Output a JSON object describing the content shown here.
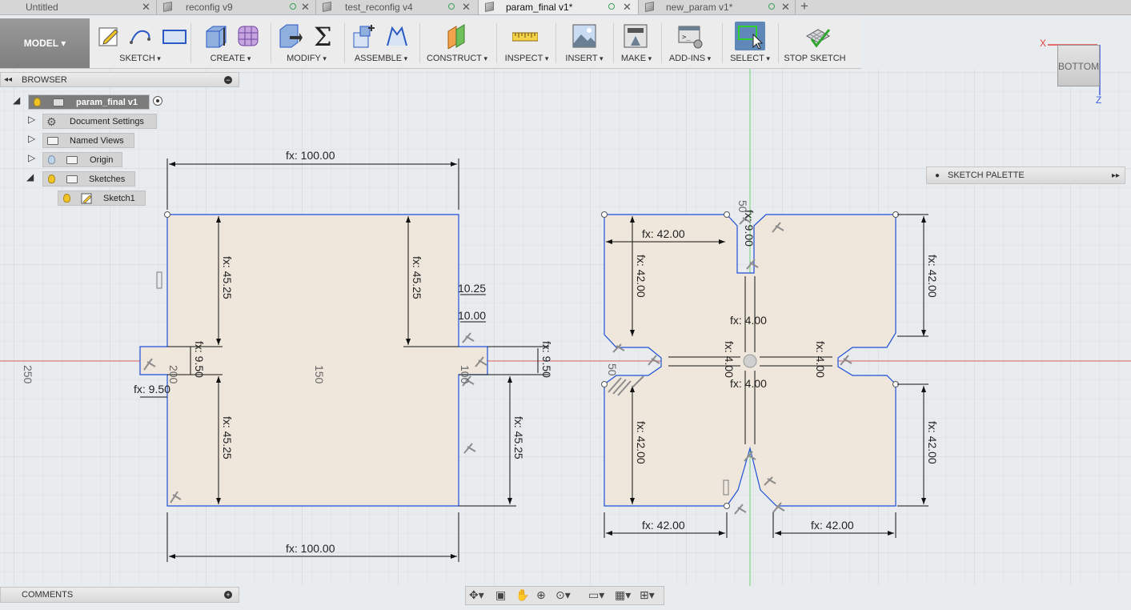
{
  "tabs": [
    {
      "label": "Untitled",
      "active": false
    },
    {
      "label": "reconfig v9",
      "active": false
    },
    {
      "label": "test_reconfig v4",
      "active": false
    },
    {
      "label": "param_final v1*",
      "active": true
    },
    {
      "label": "new_param v1*",
      "active": false
    }
  ],
  "new_tab_label": "+",
  "workspace": {
    "label": "MODEL ▾"
  },
  "toolbar": {
    "sketch": "SKETCH",
    "create": "CREATE",
    "modify": "MODIFY",
    "assemble": "ASSEMBLE",
    "construct": "CONSTRUCT",
    "inspect": "INSPECT",
    "insert": "INSERT",
    "make": "MAKE",
    "addins": "ADD-INS",
    "select": "SELECT",
    "stop_sketch": "STOP SKETCH"
  },
  "browser": {
    "title": "BROWSER",
    "collapse": "◂◂",
    "pin": "−",
    "root": "param_final v1",
    "items": {
      "document_settings": "Document Settings",
      "named_views": "Named Views",
      "origin": "Origin",
      "sketches": "Sketches",
      "sketch1": "Sketch1"
    }
  },
  "comments": {
    "title": "COMMENTS",
    "plus": "+"
  },
  "sketch_palette": {
    "title": "SKETCH PALETTE",
    "pin": "●",
    "expand": "▸▸"
  },
  "viewcube": {
    "face": "BOTTOM",
    "x_label": "X",
    "z_label": "Z"
  },
  "colors": {
    "canvas": "#e9ecef",
    "grid": "#d7dadd",
    "sketch_fill": "#efe7dc",
    "sketch_line": "#1f4fd8",
    "x_axis": "#e26a6a",
    "y_axis": "#6fd06f",
    "select_highlight": "#5f88b8"
  },
  "dimensions": {
    "left_width_top": "fx: 100.00",
    "left_width_bottom": "fx: 100.00",
    "left_h_upper_a": "fx: 45.25",
    "left_h_upper_b": "fx: 45.25",
    "left_h_lower": "fx: 45.25",
    "right_notch_h": "fx: 45.25",
    "notch_top": "10.25",
    "notch_mid": "10.00",
    "left_tab": "fx: 9.50",
    "left_tab_w": "fx: 9.50",
    "right_tab": "fx: 9.50",
    "label_200": "200",
    "label_150": "150",
    "label_100": "100",
    "label_250": "250",
    "r_top_left_w": "fx: 42.00",
    "r_top_left_h": "fx: 42.00",
    "r_top_right_h": "fx: 42.00",
    "r_slot_9": "fx: 9.00",
    "r_slot_50a": "50",
    "r_center_4a": "fx: 4.00",
    "r_center_4b": "fx: 4.00",
    "r_center_4c": "fx: 4.00",
    "r_center_4d": "fx: 4.00",
    "r_label_50b": "50",
    "r_bottom_left_h": "fx: 42.00",
    "r_bottom_right_h": "fx: 42.00",
    "r_bottom_left_w": "fx: 42.00",
    "r_bottom_right_w": "fx: 42.00"
  }
}
